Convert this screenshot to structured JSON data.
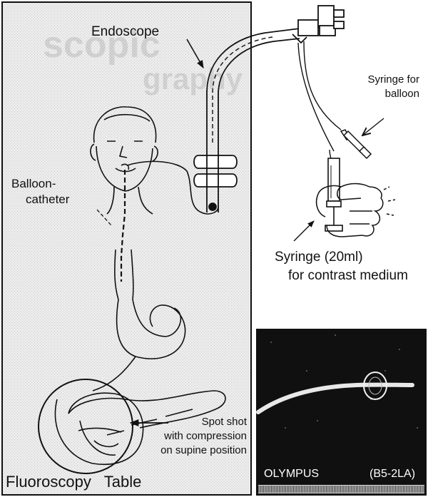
{
  "labels": {
    "endoscope": "Endoscope",
    "syringe_balloon_line1": "Syringe for",
    "syringe_balloon_line2": "balloon",
    "balloon_catheter_line1": "Balloon-",
    "balloon_catheter_line2": "catheter",
    "syringe_contrast_line1": "Syringe (20ml)",
    "syringe_contrast_line2": "for contrast medium",
    "spot_shot_line1": "Spot shot",
    "spot_shot_line2": "with compression",
    "spot_shot_line3": "on supine position",
    "fluoroscopy_table": "Fluoroscopy   Table"
  },
  "photo": {
    "brand": "OLYMPUS",
    "model": "(B5-2LA)"
  },
  "colors": {
    "table_fill": "#ececec",
    "photo_bg": "#101010",
    "ink": "#1a1a1a"
  }
}
